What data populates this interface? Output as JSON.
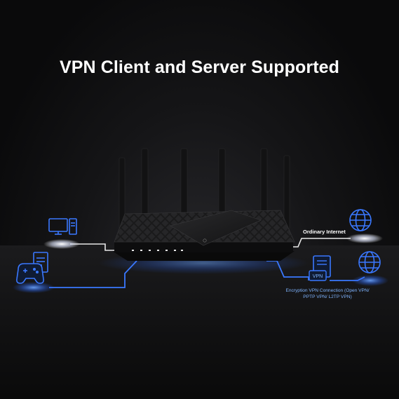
{
  "banner": {
    "title": "VPN Client and Server Supported"
  },
  "labels": {
    "ordinary_internet": "Ordinary Internet",
    "encryption_vpn": "Encryption VPN Connection (Open VPN/ PPTP VPN/ L2TP VPN)",
    "vpn_server_tag": "VPN"
  },
  "icons": {
    "left_top": "desktop-computer-icon",
    "left_bottom": "game-console-icon",
    "right_top": "globe-icon",
    "right_bottom": "globe-icon",
    "vpn_server": "vpn-server-icon"
  },
  "colors": {
    "accent_blue": "#2e6bff",
    "glow_blue": "#4d8dff",
    "background": "#0f0f10",
    "text": "#ffffff"
  }
}
